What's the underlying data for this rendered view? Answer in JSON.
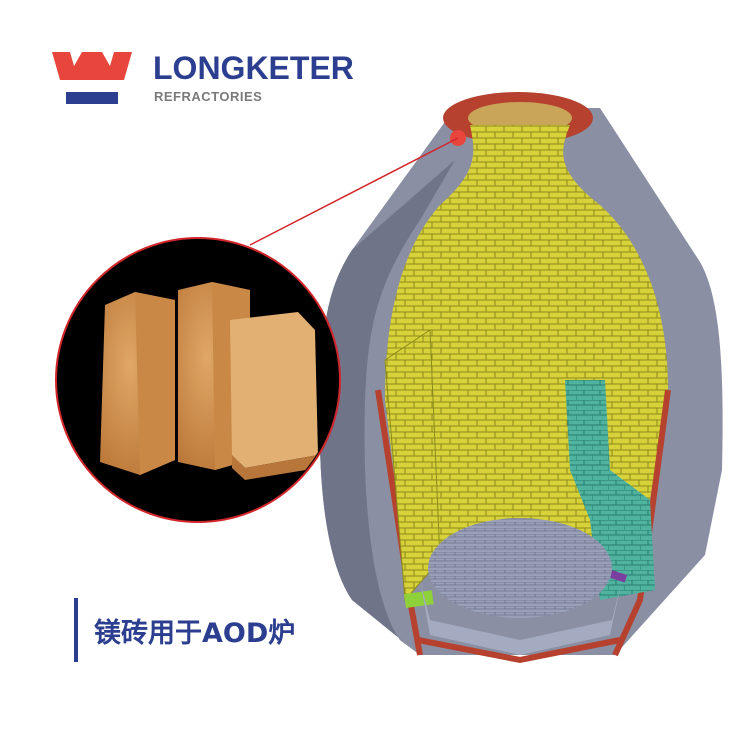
{
  "brand": {
    "name": "LONGKETER",
    "subtitle": "REFRACTORIES"
  },
  "caption": "镁砖用于AOD炉",
  "colors": {
    "brand_blue": "#2c3e8f",
    "brand_red": "#e8453c",
    "shell_gray": "#8a8fa3",
    "brick_yellow": "#d9d33a",
    "brick_teal": "#4fb3a0",
    "lining_red": "#b5412e"
  }
}
